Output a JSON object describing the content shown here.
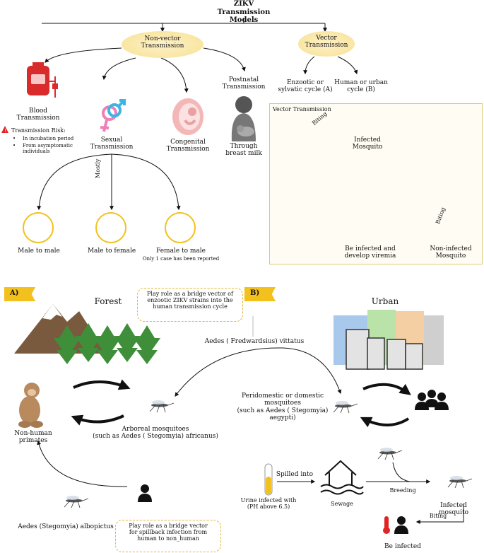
{
  "title": {
    "line1": "ZIKV",
    "line2": "Transmission Models"
  },
  "nonvector": {
    "header": "Non-vector\nTransmission",
    "blood": "Blood\nTransmission",
    "risk_title": "Transmission Risk:",
    "risk_items": [
      "In incubation period",
      "From asymptomatic\nindividuals"
    ],
    "sexual": "Sexual\nTransmission",
    "congenital": "Congenital\nTransmission",
    "postnatal": "Postnatal\nTransmission",
    "breastmilk": "Through\nbreast milk",
    "mostly": "Mostly",
    "m2m": "Male to male",
    "m2f": "Male to female",
    "f2m": "Female to male",
    "f2m_note": "Only 1 case has been reported"
  },
  "vector": {
    "header": "Vector\nTransmission",
    "enzootic": "Enzootic or\nsylvatic cycle (A)",
    "urban": "Human or urban\ncycle (B)",
    "box_title": "Vector Transmission",
    "biting1": "Biting",
    "biting2": "Biting",
    "infected_mosq": "Infected\nMosquito",
    "viremia": "Be infected and\ndevelop viremia",
    "noninfected": "Non-infected\nMosquito"
  },
  "panelA": {
    "tag": "A)",
    "forest": "Forest",
    "bridge_note": "Play role as a bridge vector of\nenzootic ZIKV strains into the\nhuman transmission cycle",
    "vittatus": "Aedes ( Fredwardsius) vittatus",
    "primates": "Non-human primates",
    "arboreal": "Arboreal mosquitoes\n(such as Aedes ( Stegomyia) africanus)",
    "albopictus": "Aedes (Stegomyia) albopictus",
    "spillback": "Play role as a bridge vector\nfor spillback infection from\nhuman to non_human"
  },
  "panelB": {
    "tag": "B)",
    "urban": "Urban",
    "peridomestic": "Peridomestic or domestic\nmosquitoes\n(such as Aedes ( Stegomyia) aegypti)",
    "urine": "Urine infected with\n(PH above 6.5)",
    "spilled": "Spilled into",
    "sewage": "Sewage",
    "breeding": "Breeding",
    "infected_mosq": "Infected mosquito",
    "biting": "Biting",
    "be_infected": "Be infected"
  },
  "colors": {
    "accent_yellow": "#f2c11d",
    "ellipse": "#f9e6a3",
    "heart": "#e02424",
    "tree": "#3f8f3a"
  }
}
